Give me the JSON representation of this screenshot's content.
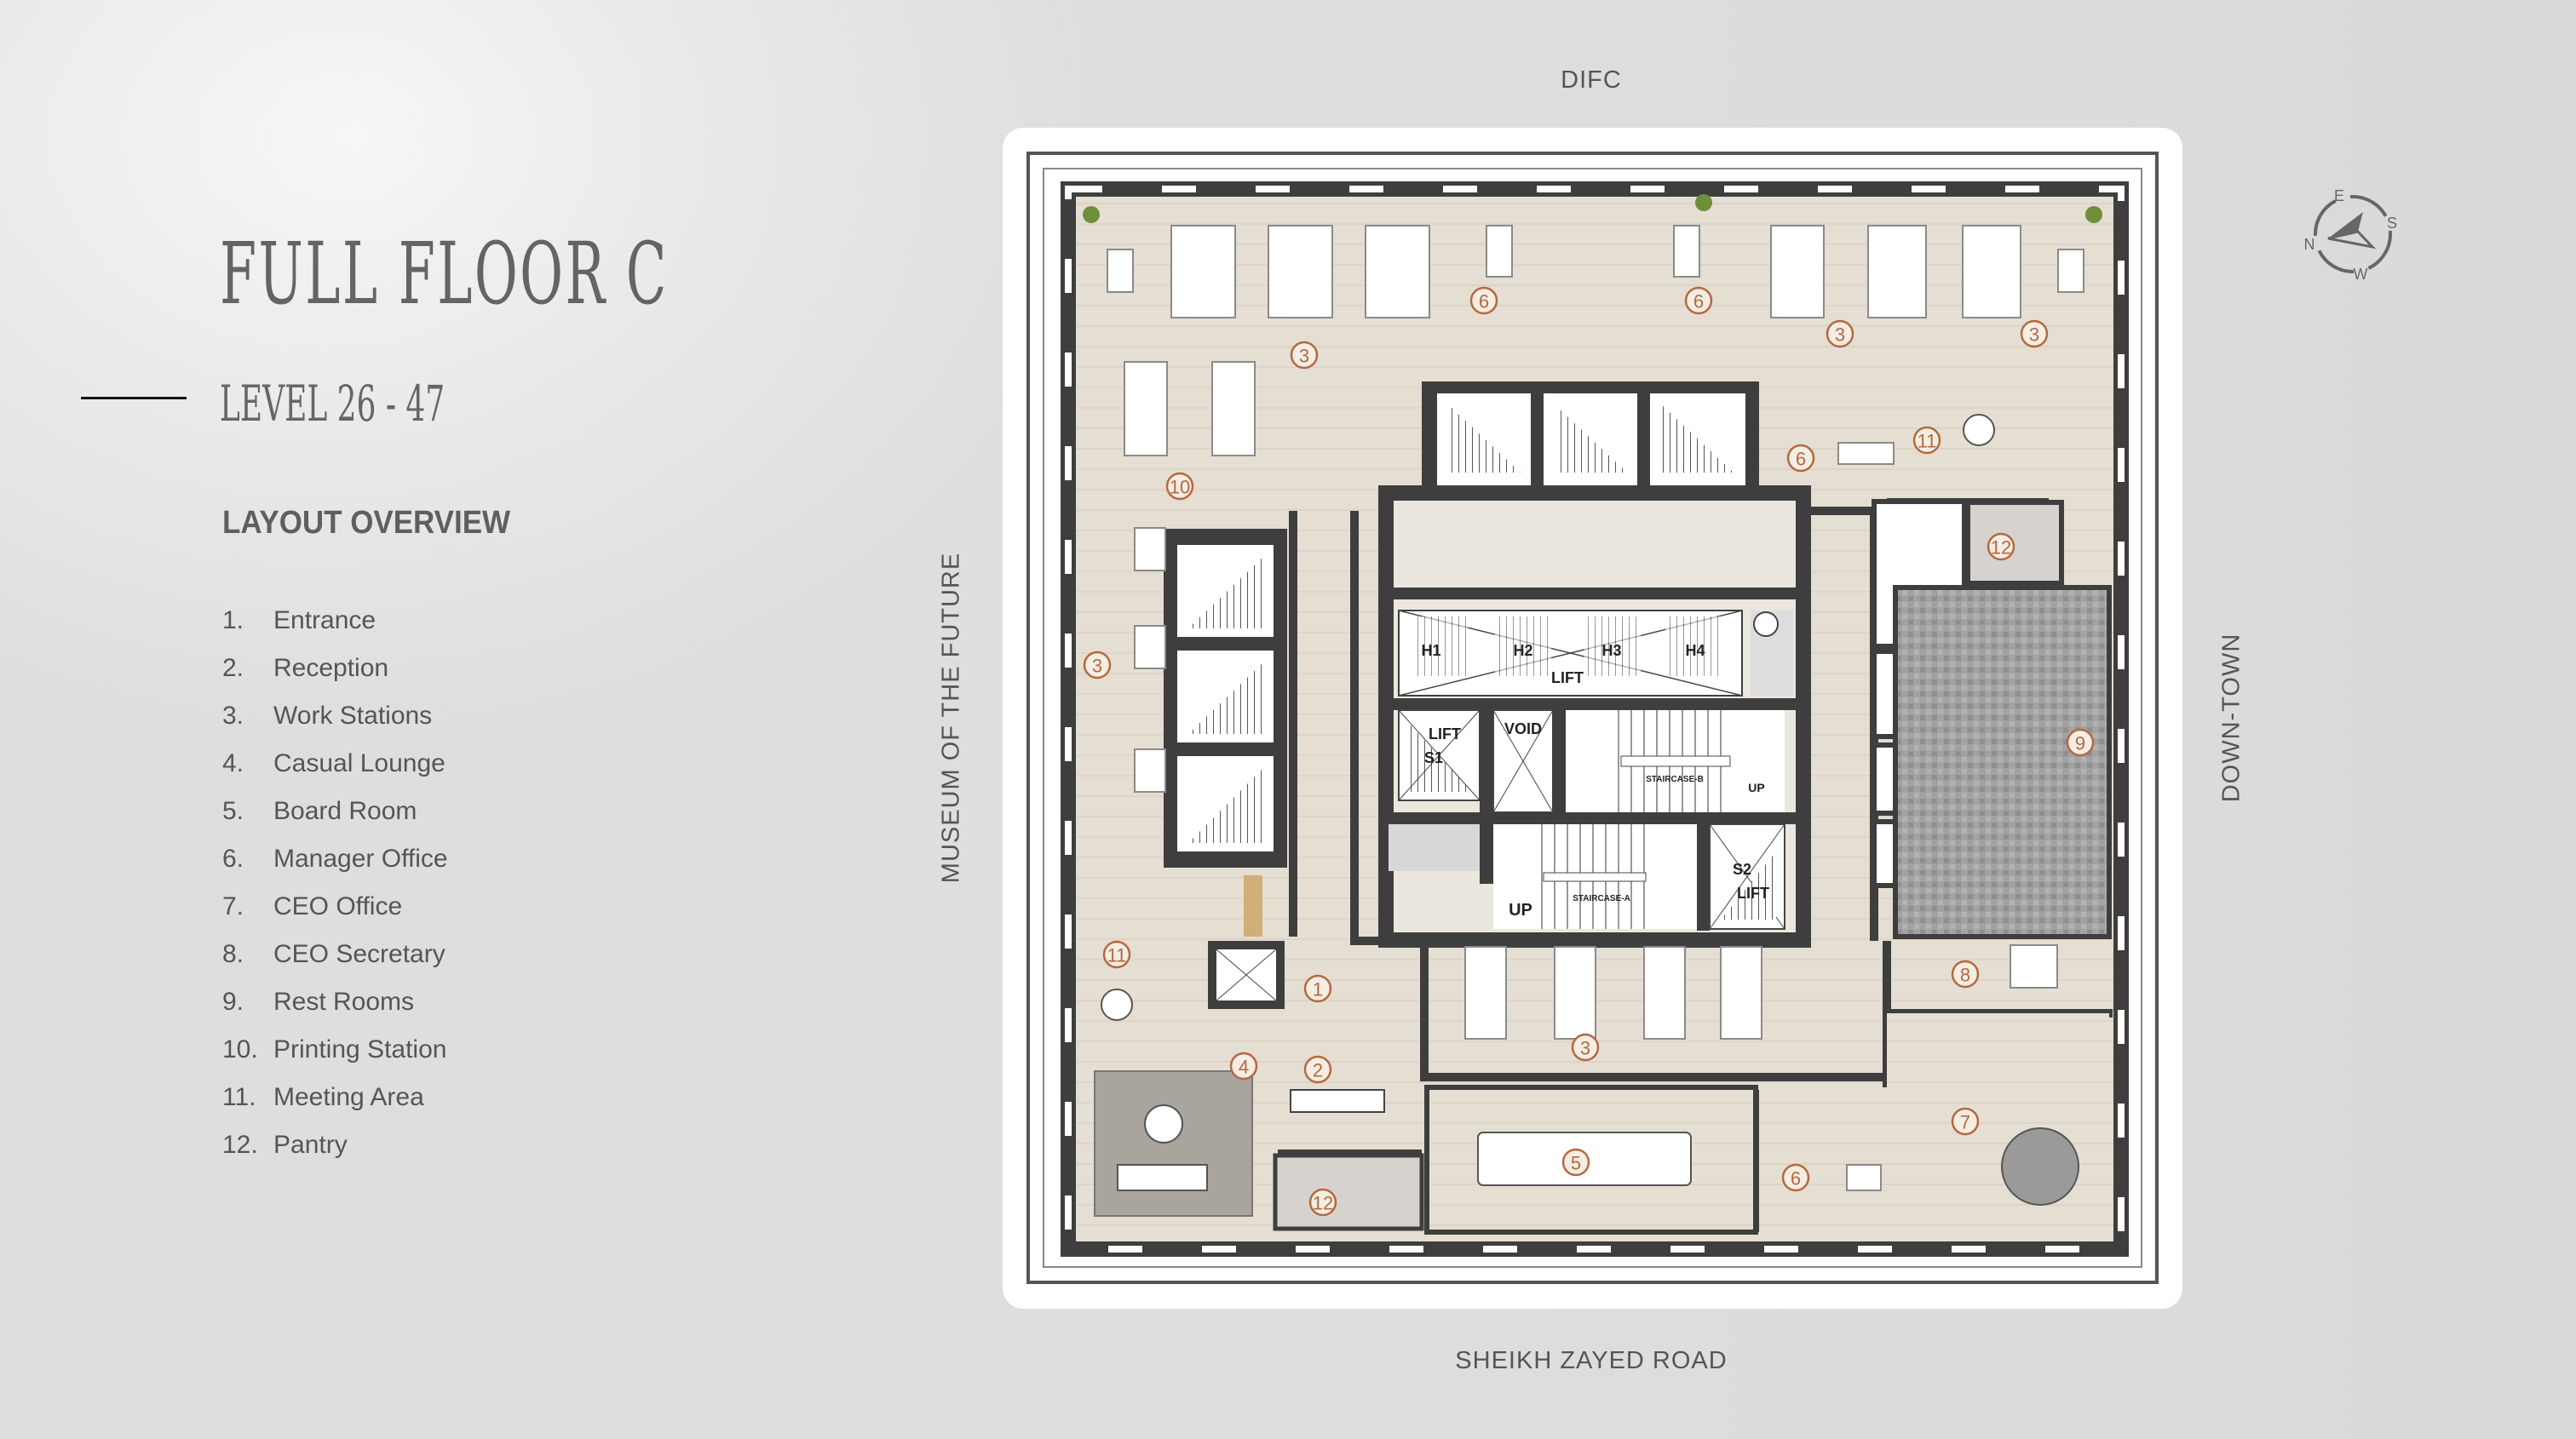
{
  "title": "FULL FLOOR C",
  "level": "LEVEL 26 - 47",
  "overview_heading": "LAYOUT OVERVIEW",
  "legend": [
    {
      "num": "1.",
      "label": "Entrance"
    },
    {
      "num": "2.",
      "label": "Reception"
    },
    {
      "num": "3.",
      "label": "Work Stations"
    },
    {
      "num": "4.",
      "label": "Casual Lounge"
    },
    {
      "num": "5.",
      "label": "Board Room"
    },
    {
      "num": "6.",
      "label": "Manager Office"
    },
    {
      "num": "7.",
      "label": "CEO Office"
    },
    {
      "num": "8.",
      "label": "CEO Secretary"
    },
    {
      "num": "9.",
      "label": "Rest Rooms"
    },
    {
      "num": "10.",
      "label": "Printing Station"
    },
    {
      "num": "11.",
      "label": "Meeting Area"
    },
    {
      "num": "12.",
      "label": "Pantry"
    }
  ],
  "surroundings": {
    "north": "DIFC",
    "south": "SHEIKH ZAYED ROAD",
    "west": "MUSEUM OF THE FUTURE",
    "east": "DOWN-TOWN"
  },
  "compass": {
    "e": "E",
    "s": "S",
    "n": "N",
    "w": "W"
  },
  "plan": {
    "markers": [
      "6",
      "6",
      "3",
      "3",
      "3",
      "6",
      "11",
      "10",
      "12",
      "3",
      "9",
      "11",
      "1",
      "8",
      "3",
      "4",
      "2",
      "7",
      "5",
      "6",
      "12"
    ],
    "core_labels": {
      "h1": "H1",
      "h2": "H2",
      "h3": "H3",
      "h4": "H4",
      "lift": "LIFT",
      "lift_s1": "LIFT",
      "s1": "S1",
      "void": "VOID",
      "staircase_b": "STAIRCASE-B",
      "staircase_a": "STAIRCASE-A",
      "up_b": "UP",
      "up_a": "UP",
      "s2": "S2",
      "lift_s2": "LIFT"
    },
    "colors": {
      "floor": "#e4ddd1",
      "wall": "#3e3e3e",
      "marker": "#b4693f",
      "restroom": "#9c9c9c"
    }
  }
}
